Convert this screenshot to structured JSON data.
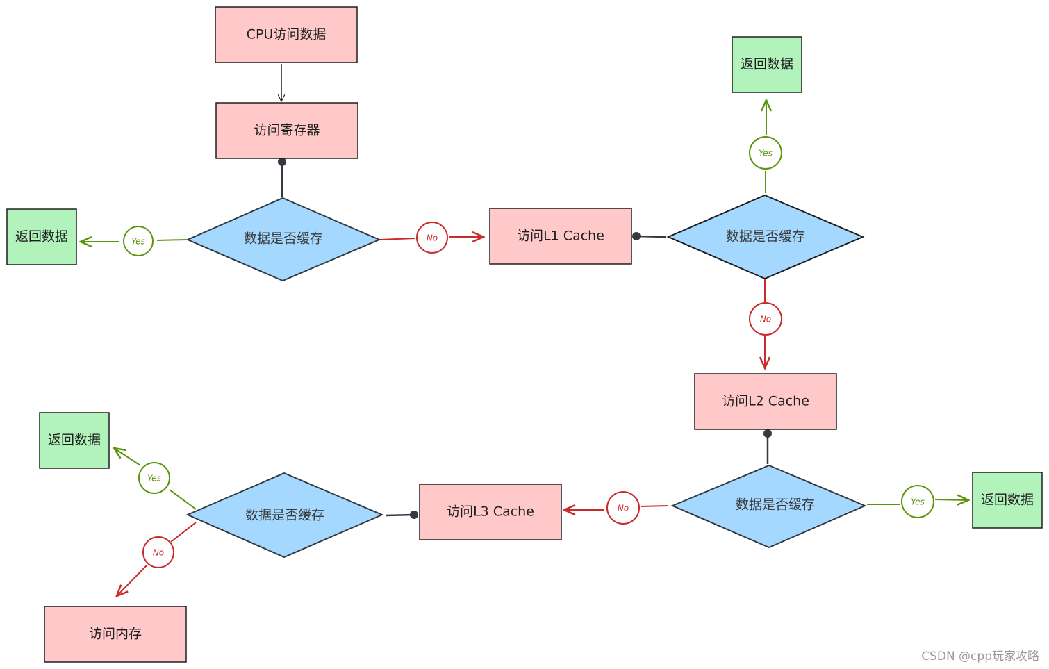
{
  "nodes": {
    "cpu": "CPU访问数据",
    "reg": "访问寄存器",
    "d1": "数据是否缓存",
    "ret1": "返回数据",
    "l1": "访问L1 Cache",
    "d2": "数据是否缓存",
    "ret2": "返回数据",
    "l2": "访问L2 Cache",
    "d3": "数据是否缓存",
    "ret3": "返回数据",
    "l3": "访问L3 Cache",
    "d4": "数据是否缓存",
    "ret4": "返回数据",
    "mem": "访问内存"
  },
  "labels": {
    "yes1": "Yes",
    "no1": "No",
    "yes2": "Yes",
    "no2": "No",
    "yes3": "Yes",
    "no3": "No",
    "yes4": "Yes",
    "no4": "No"
  },
  "watermark": "CSDN @cpp玩家攻略",
  "colors": {
    "process_fill": "#ffc9c9",
    "return_fill": "#b2f2bb",
    "decision_fill": "#a5d8ff",
    "yes_color": "#5c940d",
    "no_color": "#c92a2a",
    "stroke": "#1e1e1e"
  }
}
